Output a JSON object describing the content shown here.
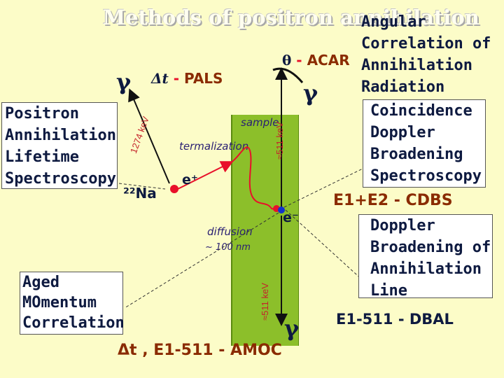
{
  "title": "Methods of positron annihilation",
  "acar": {
    "short_prefix": "θ",
    "short_sep": " - ",
    "short": "ACAR",
    "lines": [
      "Angular",
      "Correlation of",
      "Annihilation",
      "Radiation"
    ]
  },
  "pals": {
    "short_prefix": "Δt",
    "short_sep": " - ",
    "short": "PALS",
    "lines": [
      "Positron",
      "Annihilation",
      "Lifetime",
      "Spectroscopy"
    ]
  },
  "cdbs": {
    "short": "E1+E2 - CDBS",
    "lines": [
      "Coincidence",
      "Doppler",
      "Broadening",
      "Spectroscopy"
    ]
  },
  "dbal": {
    "short": "E1-511 - DBAL",
    "lines": [
      "Doppler",
      "Broadening of",
      "Annihilation",
      "Line"
    ]
  },
  "amoc": {
    "short": "Δt , E1-511 - AMOC",
    "lines": [
      "Aged",
      "MOmentum",
      "Correlation"
    ]
  },
  "labels": {
    "gamma": "γ",
    "source": "²²Na",
    "positron": "e⁺",
    "electron": "e⁻",
    "sample": "sample",
    "thermalization": "termalization",
    "diffusion": "diffusion",
    "diffusion_length": "~ 100 nm",
    "kev_1274": "1274 keV",
    "kev_511_top": "≈511 keV",
    "kev_511_bottom": "≈511 keV"
  },
  "colors": {
    "background": "#fcfcc8",
    "sample": "#8cbf2a",
    "text_dark": "#0e1a40",
    "accent_red": "#e8102a",
    "arrow_red": "#c4232a",
    "electron_blue": "#1133cc"
  }
}
